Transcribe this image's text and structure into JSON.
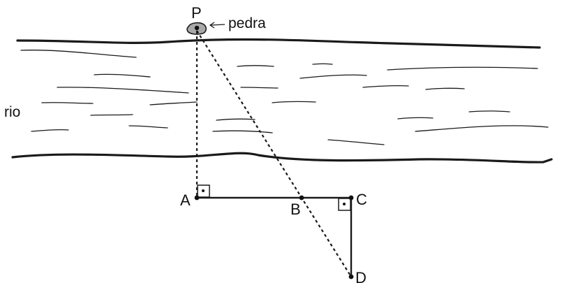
{
  "labels": {
    "P": "P",
    "A": "A",
    "B": "B",
    "C": "C",
    "D": "D",
    "stone": "pedra",
    "river": "rio"
  },
  "icons": {
    "stone": "stone-icon",
    "arrow": "arrow-left-icon",
    "right_angle": "right-angle-marker"
  },
  "colors": {
    "ink": "#1a1a1a",
    "stone_fill": "#a9a9a9",
    "background": "#ffffff"
  }
}
